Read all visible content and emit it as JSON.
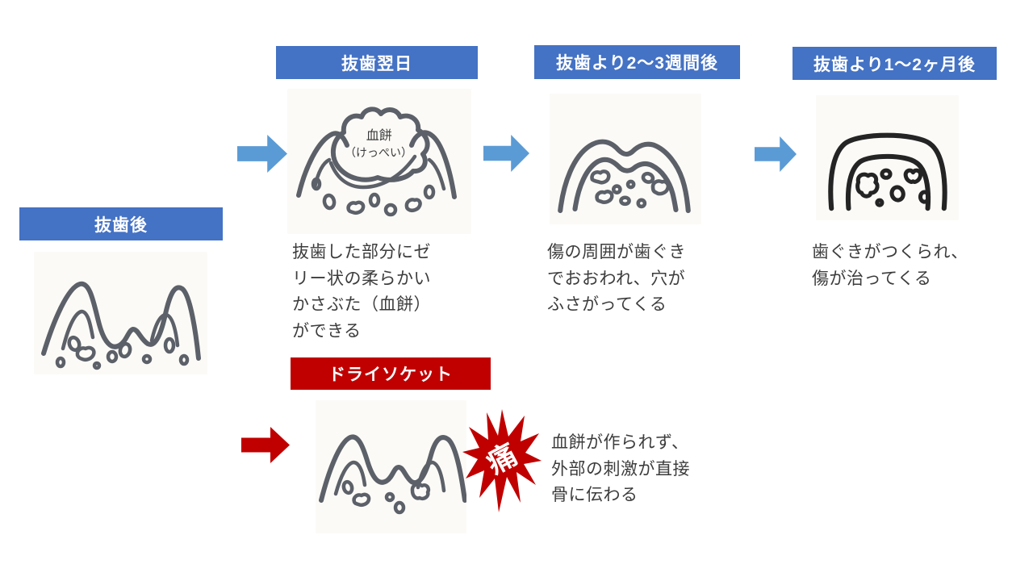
{
  "palette": {
    "header_blue": "#4472C4",
    "accent_red": "#C00000",
    "arrow_blue": "#5B9BD5",
    "text_dark": "#3C3C3C",
    "sketch_gray": "#5C6068",
    "sketch_dark": "#242424",
    "paper": "#FBFAF7",
    "background": "#FFFFFF"
  },
  "flow": {
    "start": {
      "label": "抜歯後"
    },
    "stages": [
      {
        "label": "抜歯翌日",
        "description": "抜歯した部分にゼ\nリー状の柔らかい\nかさぶた（血餅）\nができる",
        "annotation_line1": "血餅",
        "annotation_line2": "（けっぺい）"
      },
      {
        "label": "抜歯より2～3週間後",
        "description": "傷の周囲が歯ぐき\nでおおわれ、穴が\nふさがってくる"
      },
      {
        "label": "抜歯より1～2ヶ月後",
        "description": "歯ぐきがつくられ、\n傷が治ってくる"
      }
    ],
    "dry_socket": {
      "label": "ドライソケット",
      "description": "血餅が作られず、\n外部の刺激が直接\n骨に伝わる",
      "pain_label": "痛"
    }
  }
}
